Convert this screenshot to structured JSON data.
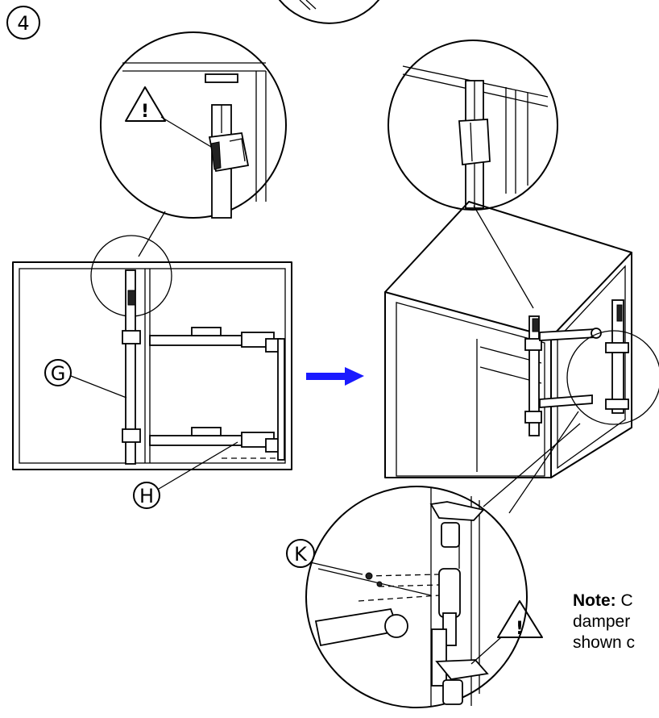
{
  "step_number": "4",
  "callouts": {
    "g": "G",
    "h": "H",
    "k": "K"
  },
  "warning_symbol": "!",
  "note": {
    "heading": "Note:",
    "line1": " C",
    "line2": "damper",
    "line3": "shown c"
  },
  "colors": {
    "arrow": "#1a1aff",
    "line": "#000000"
  },
  "icons": [
    "warning-triangle-icon",
    "right-arrow-icon"
  ]
}
